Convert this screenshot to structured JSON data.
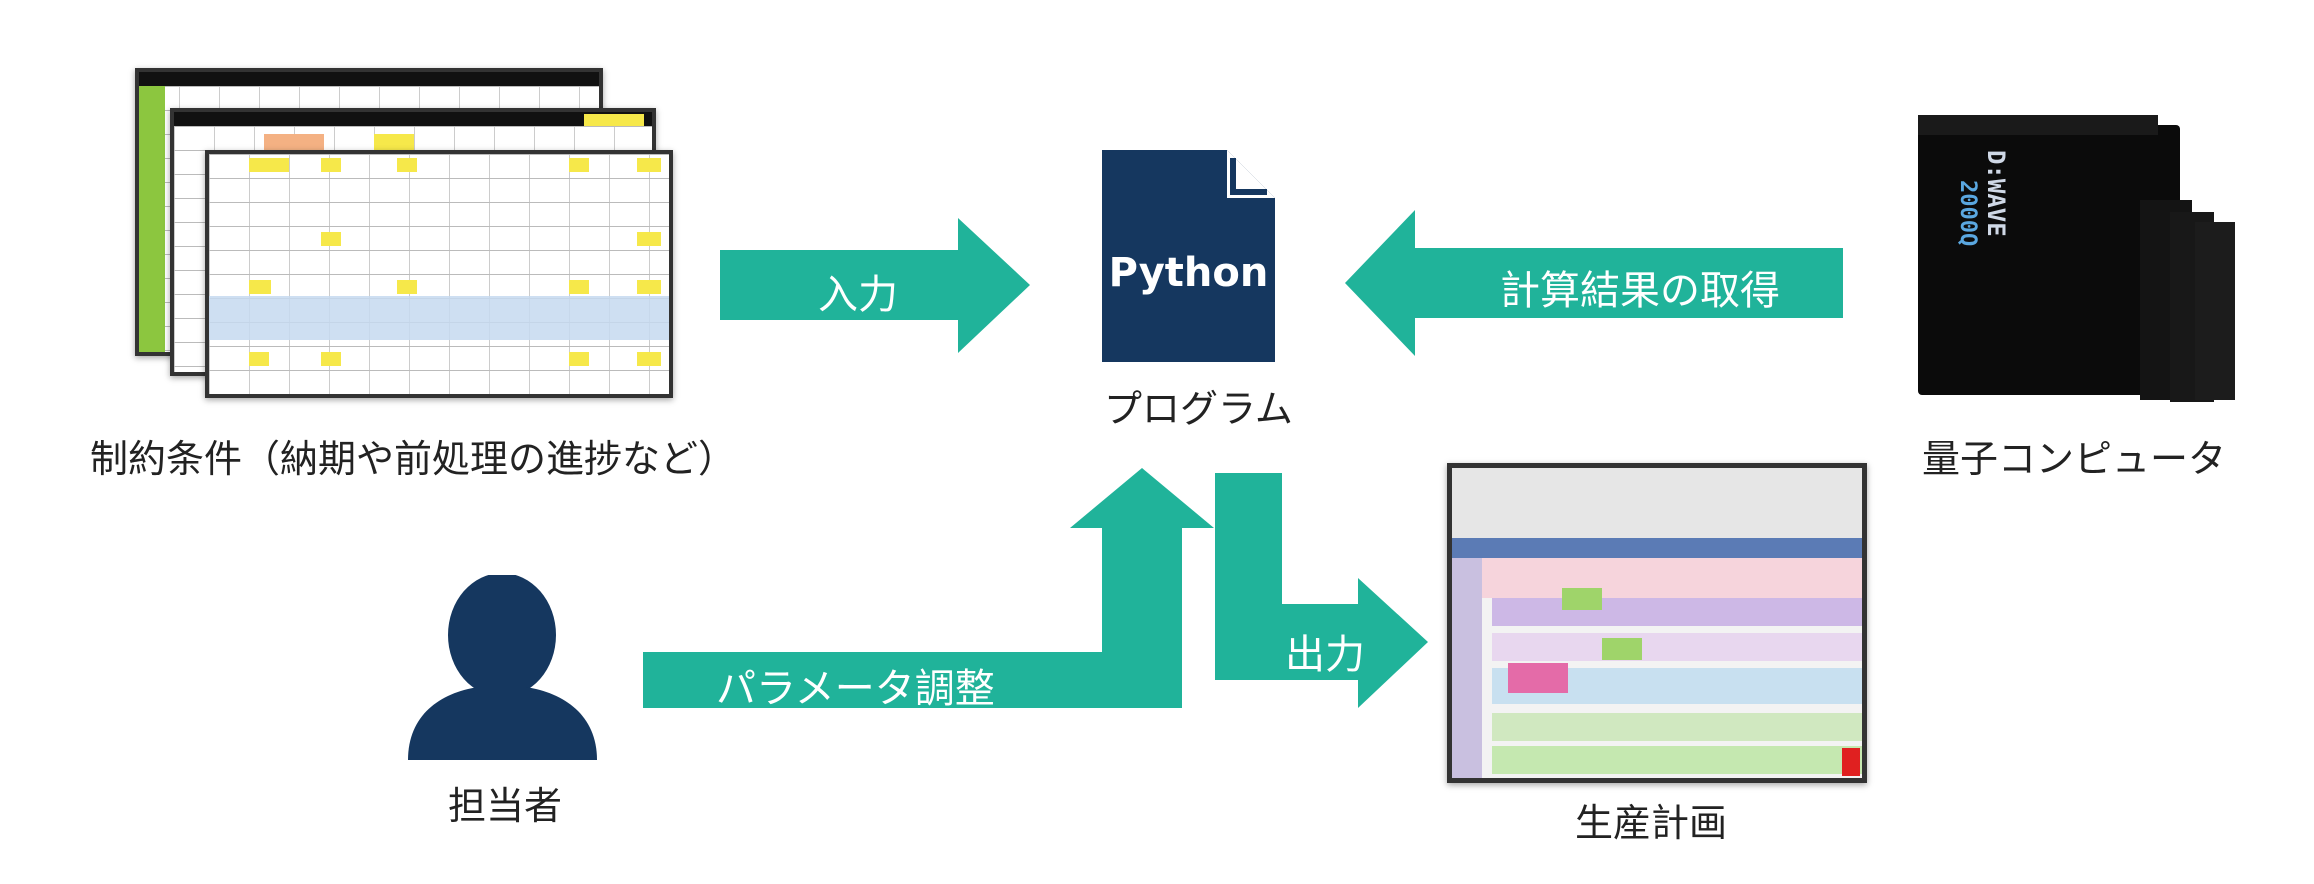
{
  "colors": {
    "arrow": "#20b39a",
    "python_doc": "#15375f",
    "person": "#15375f"
  },
  "labels": {
    "input_arrow": "入力",
    "result_arrow": "計算結果の取得",
    "param_arrow": "パラメータ調整",
    "output_arrow": "出力"
  },
  "captions": {
    "constraints": "制約条件（納期や前処理の進捗など）",
    "program": "プログラム",
    "quantum": "量子コンピュータ",
    "person": "担当者",
    "plan": "生産計画"
  },
  "python_doc": {
    "text": "Python",
    "icon": "document-icon"
  },
  "quantum": {
    "brand": "D:WAVE",
    "model": "2000Q"
  },
  "person": {
    "icon": "person-icon"
  }
}
